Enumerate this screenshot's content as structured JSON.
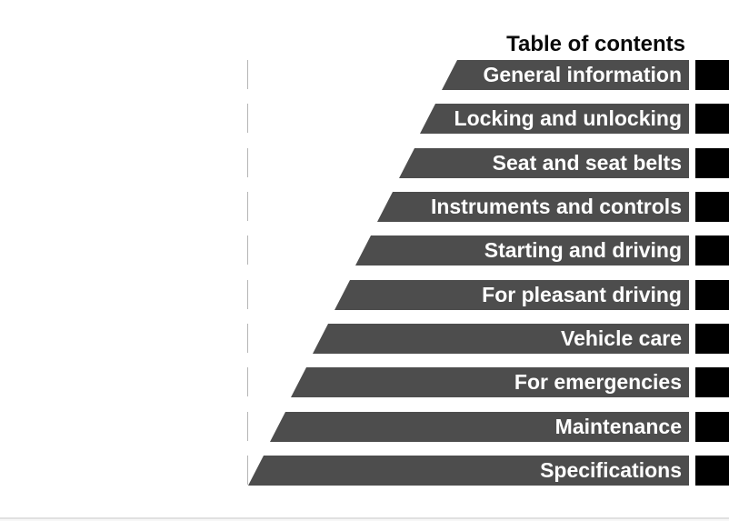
{
  "title": "Table of contents",
  "chapters": [
    {
      "label": "General information"
    },
    {
      "label": "Locking and unlocking"
    },
    {
      "label": "Seat and seat belts"
    },
    {
      "label": "Instruments and controls"
    },
    {
      "label": "Starting and driving"
    },
    {
      "label": "For pleasant driving"
    },
    {
      "label": "Vehicle care"
    },
    {
      "label": "For emergencies"
    },
    {
      "label": "Maintenance"
    },
    {
      "label": "Specifications"
    }
  ],
  "colors": {
    "bar": "#4d4d4d",
    "tab": "#000000",
    "label_text": "#ffffff",
    "title_text": "#0a0a0a",
    "tick": "#b5b5b5",
    "bottom_rule": "#e0e0e0",
    "background": "#ffffff"
  }
}
